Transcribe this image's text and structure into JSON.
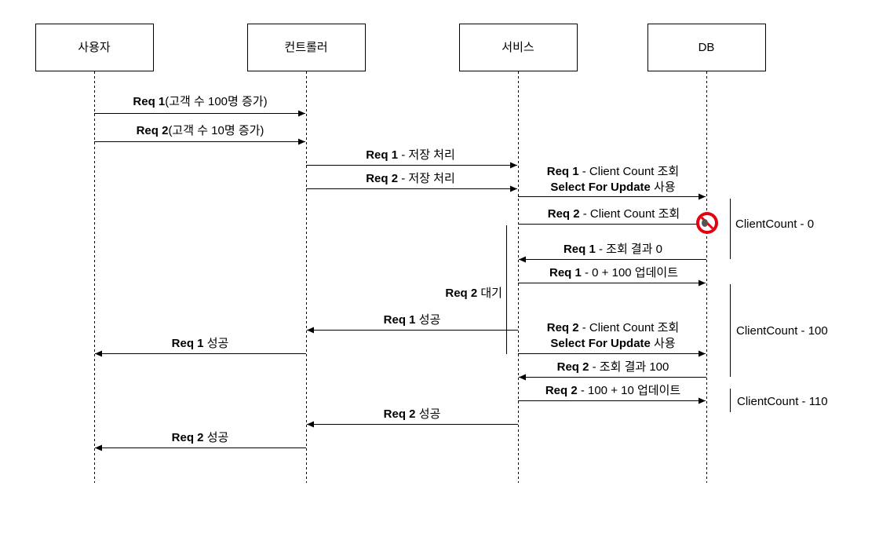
{
  "actors": [
    "사용자",
    "컨트롤러",
    "서비스",
    "DB"
  ],
  "messages": [
    {
      "bold": "Req 1",
      "text": "(고객 수 100명 증가)"
    },
    {
      "bold": "Req 2",
      "text": "(고객 수 10명 증가)"
    },
    {
      "bold": "Req 1",
      "text": " - 저장 처리"
    },
    {
      "bold": "Req 2",
      "text": " - 저장 처리"
    },
    {
      "bold": "Req 1",
      "text": " - Client Count 조회",
      "bold2": "Select For Update",
      "text2": " 사용"
    },
    {
      "bold": "Req 2",
      "text": " - Client Count 조회"
    },
    {
      "bold": "Req 1",
      "text": " - 조회 결과 0"
    },
    {
      "bold": "Req 1",
      "text": " - 0 + 100 업데이트"
    },
    {
      "bold": "Req 1",
      "text": " 성공"
    },
    {
      "bold": "Req 1",
      "text": " 성공"
    },
    {
      "bold": "Req 2",
      "text": " - Client Count 조회",
      "bold2": "Select For Update",
      "text2": " 사용"
    },
    {
      "bold": "Req 2",
      "text": " - 조회 결과 100"
    },
    {
      "bold": "Req 2",
      "text": " - 100 + 10 업데이트"
    },
    {
      "bold": "Req 2",
      "text": " 성공"
    },
    {
      "bold": "Req 2",
      "text": " 성공"
    }
  ],
  "wait_label": {
    "bold": "Req 2",
    "text": " 대기"
  },
  "states": [
    "ClientCount - 0",
    "ClientCount - 100",
    "ClientCount - 110"
  ],
  "icons": {
    "blocked": "no-entry-icon"
  },
  "colors": {
    "blocked_red": "#e3000f",
    "line": "#000000"
  }
}
